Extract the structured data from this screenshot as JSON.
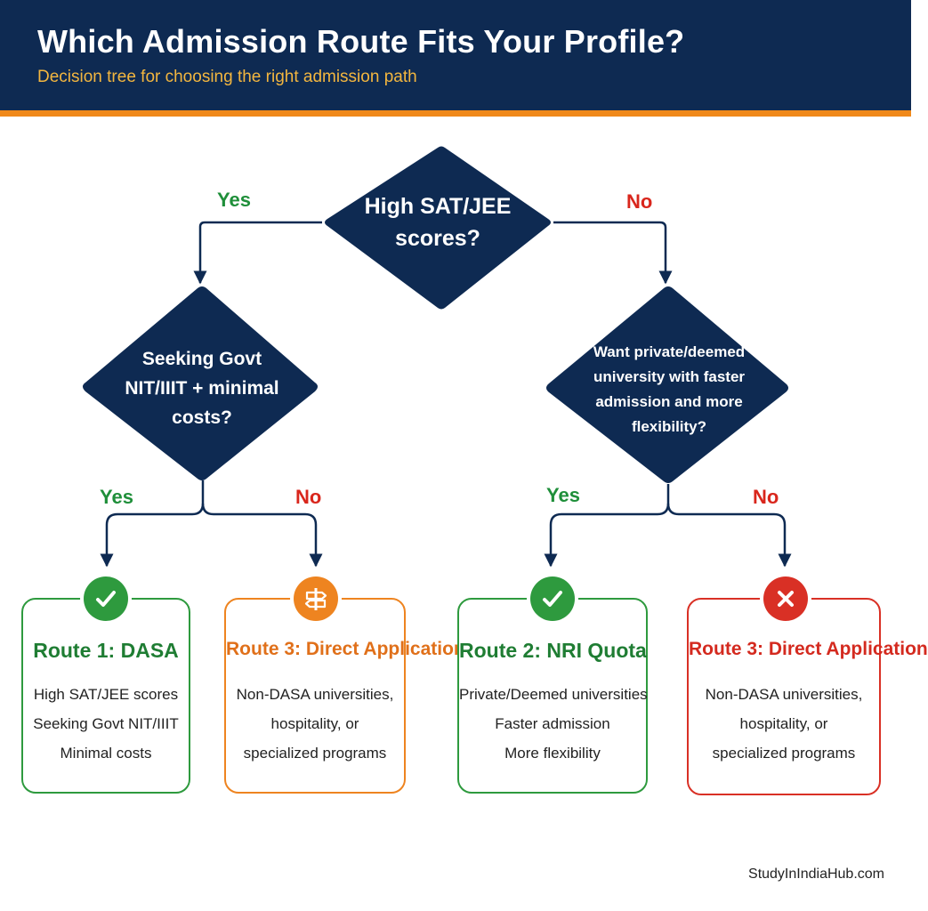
{
  "header": {
    "title": "Which Admission Route Fits Your Profile?",
    "subtitle": "Decision tree for choosing the right admission path"
  },
  "questions": {
    "q1": "High SAT/JEE scores?",
    "q2": "Seeking Govt NIT/IIIT + minimal costs?",
    "q3": "Want private/deemed university with faster admission and more flexibility?"
  },
  "branches": {
    "q1_yes": "Yes",
    "q1_no": "No",
    "q2_yes": "Yes",
    "q2_no": "No",
    "q3_yes": "Yes",
    "q3_no": "No"
  },
  "outcomes": [
    {
      "title": "Route 1: DASA",
      "lines": [
        "High SAT/JEE scores",
        "Seeking Govt NIT/IIIT",
        "Minimal costs"
      ],
      "icon": "checkmark-icon",
      "color": "#2e9a3e"
    },
    {
      "title": "Route 3: Direct Application",
      "lines": [
        "Non-DASA universities,",
        "hospitality, or",
        "specialized programs"
      ],
      "icon": "signpost-icon",
      "color": "#ee8420"
    },
    {
      "title": "Route 2: NRI Quota",
      "lines": [
        "Private/Deemed universities",
        "Faster admission",
        "More flexibility"
      ],
      "icon": "checkmark-icon",
      "color": "#2e9a3e"
    },
    {
      "title": "Route 3: Direct Application",
      "lines": [
        "Non-DASA universities,",
        "hospitality, or",
        "specialized programs"
      ],
      "icon": "cross-icon",
      "color": "#d93025"
    }
  ],
  "colors": {
    "navy": "#0e2a52",
    "accent": "#f0891a",
    "yes": "#1f8f3a",
    "no": "#d9261c"
  },
  "footer": {
    "brand": "StudyInIndiaHub.com"
  }
}
